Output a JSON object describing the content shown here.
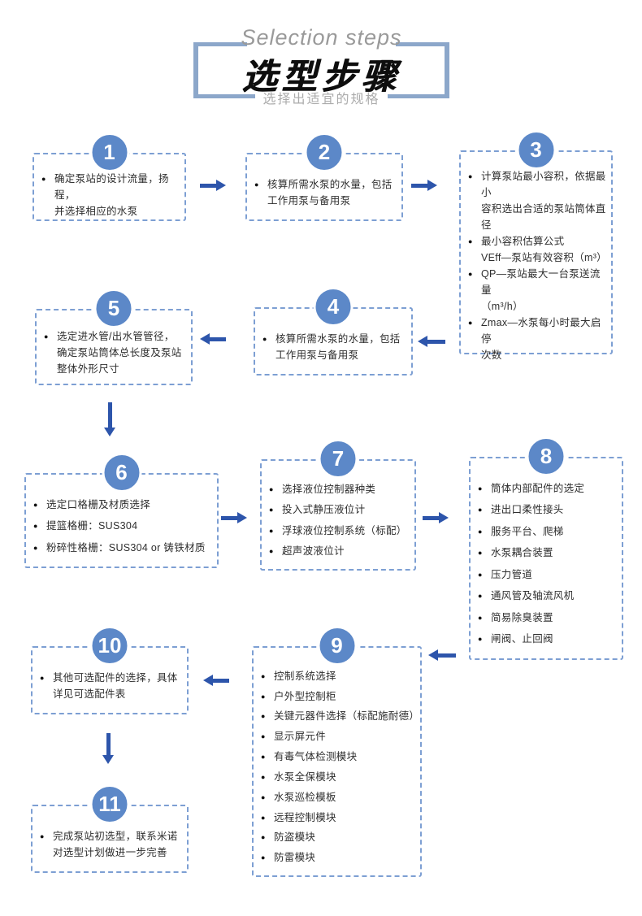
{
  "header": {
    "en_title": "Selection steps",
    "zh_title": "选型步骤",
    "subtitle": "选择出适宜的规格"
  },
  "steps": [
    {
      "num": "1",
      "items": [
        "确定泵站的设计流量，扬程，\n并选择相应的水泵"
      ]
    },
    {
      "num": "2",
      "items": [
        "核算所需水泵的水量，包括\n工作用泵与备用泵"
      ]
    },
    {
      "num": "3",
      "items": [
        "计算泵站最小容积，依据最小\n容积选出合适的泵站筒体直径",
        "最小容积估算公式\nVEff—泵站有效容积（m³）",
        "QP—泵站最大一台泵送流量\n（m³/h）",
        "Zmax—水泵每小时最大启停\n次数"
      ]
    },
    {
      "num": "4",
      "items": [
        "核算所需水泵的水量，包括\n工作用泵与备用泵"
      ]
    },
    {
      "num": "5",
      "items": [
        "选定进水管/出水管管径，\n确定泵站筒体总长度及泵站\n整体外形尺寸"
      ]
    },
    {
      "num": "6",
      "items": [
        "选定口格栅及材质选择",
        "提篮格栅：SUS304",
        "粉碎性格栅：SUS304 or 铸铁材质"
      ]
    },
    {
      "num": "7",
      "items": [
        "选择液位控制器种类",
        "投入式静压液位计",
        "浮球液位控制系统（标配）",
        "超声波液位计"
      ]
    },
    {
      "num": "8",
      "items": [
        "筒体内部配件的选定",
        "进出口柔性接头",
        "服务平台、爬梯",
        "水泵耦合装置",
        "压力管道",
        "通风管及轴流风机",
        "简易除臭装置",
        "闸阀、止回阀"
      ]
    },
    {
      "num": "9",
      "items": [
        "控制系统选择",
        "户外型控制柜",
        "关键元器件选择（标配施耐德）",
        "显示屏元件",
        "有毒气体检测模块",
        "水泵全保模块",
        "水泵巡检模板",
        "远程控制模块",
        "防盗模块",
        "防雷模块"
      ]
    },
    {
      "num": "10",
      "items": [
        "其他可选配件的选择，具体\n详见可选配件表"
      ]
    },
    {
      "num": "11",
      "items": [
        "完成泵站初选型，联系米诺\n对选型计划做进一步完善"
      ]
    }
  ],
  "icons": {
    "bullet": "●"
  },
  "colors": {
    "circle_blue": "#5c88c8",
    "arrow_blue": "#2d55ab",
    "dashed_border_blue": "#7d9fd3",
    "bracket_gray_blue": "#8ca7ca",
    "title_gray": "#9a9a9a",
    "text_dark": "#2e2e2e"
  }
}
